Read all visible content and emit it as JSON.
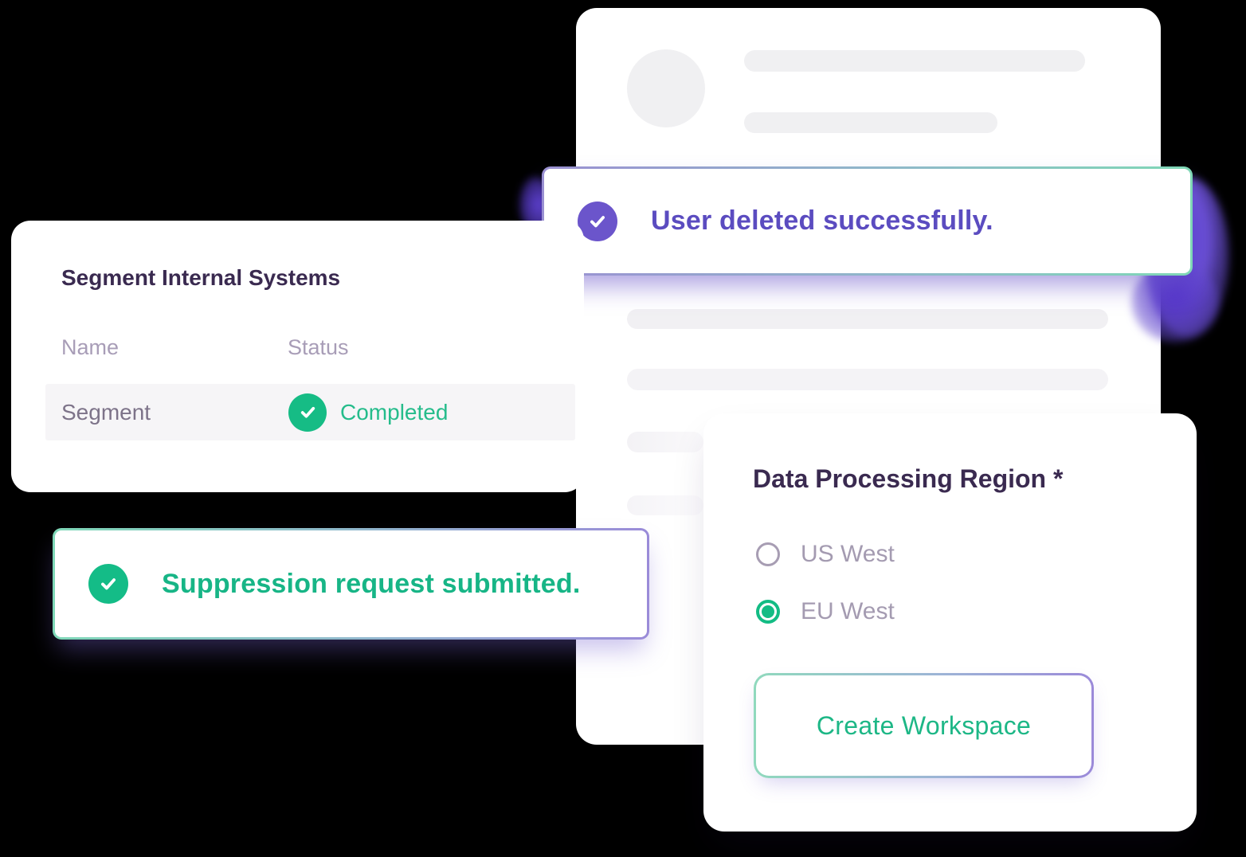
{
  "toast_user_deleted": {
    "message": "User deleted successfully."
  },
  "toast_suppression": {
    "message": "Suppression request submitted."
  },
  "segment_card": {
    "title": "Segment Internal Systems",
    "columns": [
      "Name",
      "Status"
    ],
    "rows": [
      {
        "name": "Segment",
        "status": "Completed"
      }
    ]
  },
  "region_card": {
    "title": "Data Processing Region *",
    "options": [
      {
        "label": "US West",
        "selected": false
      },
      {
        "label": "EU West",
        "selected": true
      }
    ],
    "button_label": "Create Workspace"
  },
  "colors": {
    "accent_green": "#16BC85",
    "accent_purple": "#6B55CB",
    "text_purple": "#5B4CC0",
    "text_green": "#17B586",
    "heading": "#3A2A50",
    "muted_label": "#A89DB7",
    "skeleton": "#F0F0F2"
  }
}
